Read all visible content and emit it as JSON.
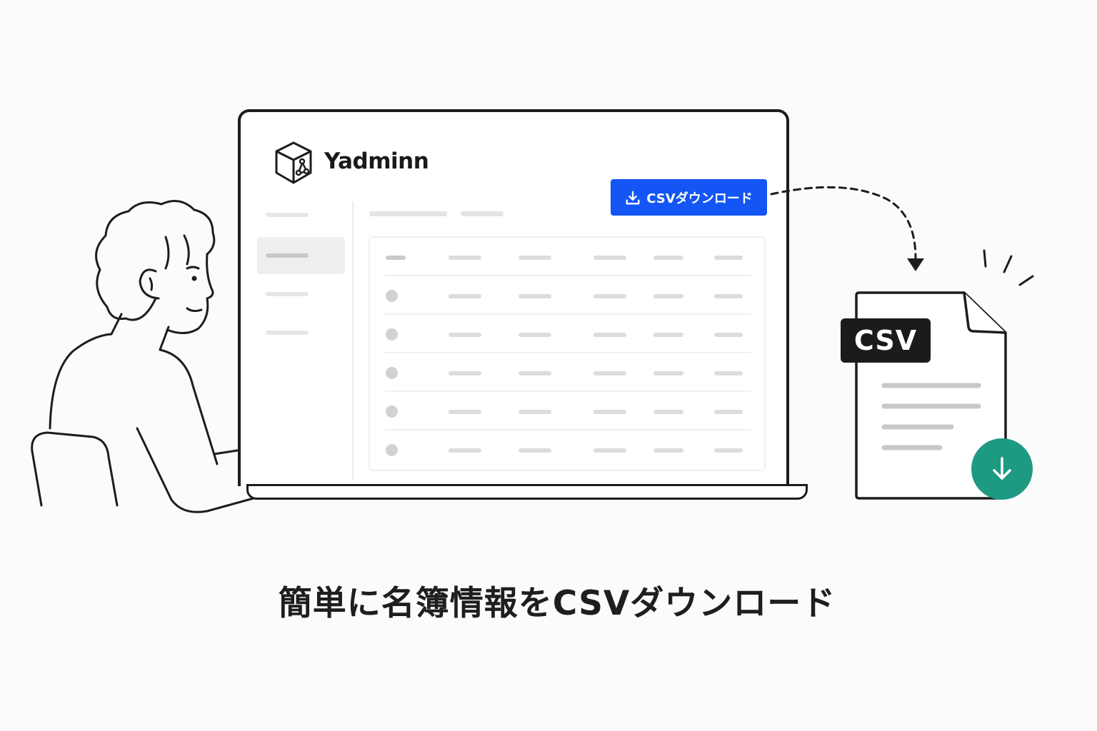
{
  "app": {
    "brand_name": "Yadminn",
    "logo_icon": "cube-network-icon"
  },
  "toolbar": {
    "csv_button_label": "CSVダウンロード",
    "csv_button_icon": "download-icon",
    "accent_color": "#1456f5"
  },
  "file": {
    "badge_label": "CSV",
    "download_icon": "arrow-down-icon",
    "download_color": "#1f9a82"
  },
  "caption": "簡単に名簿情報をCSVダウンロード"
}
